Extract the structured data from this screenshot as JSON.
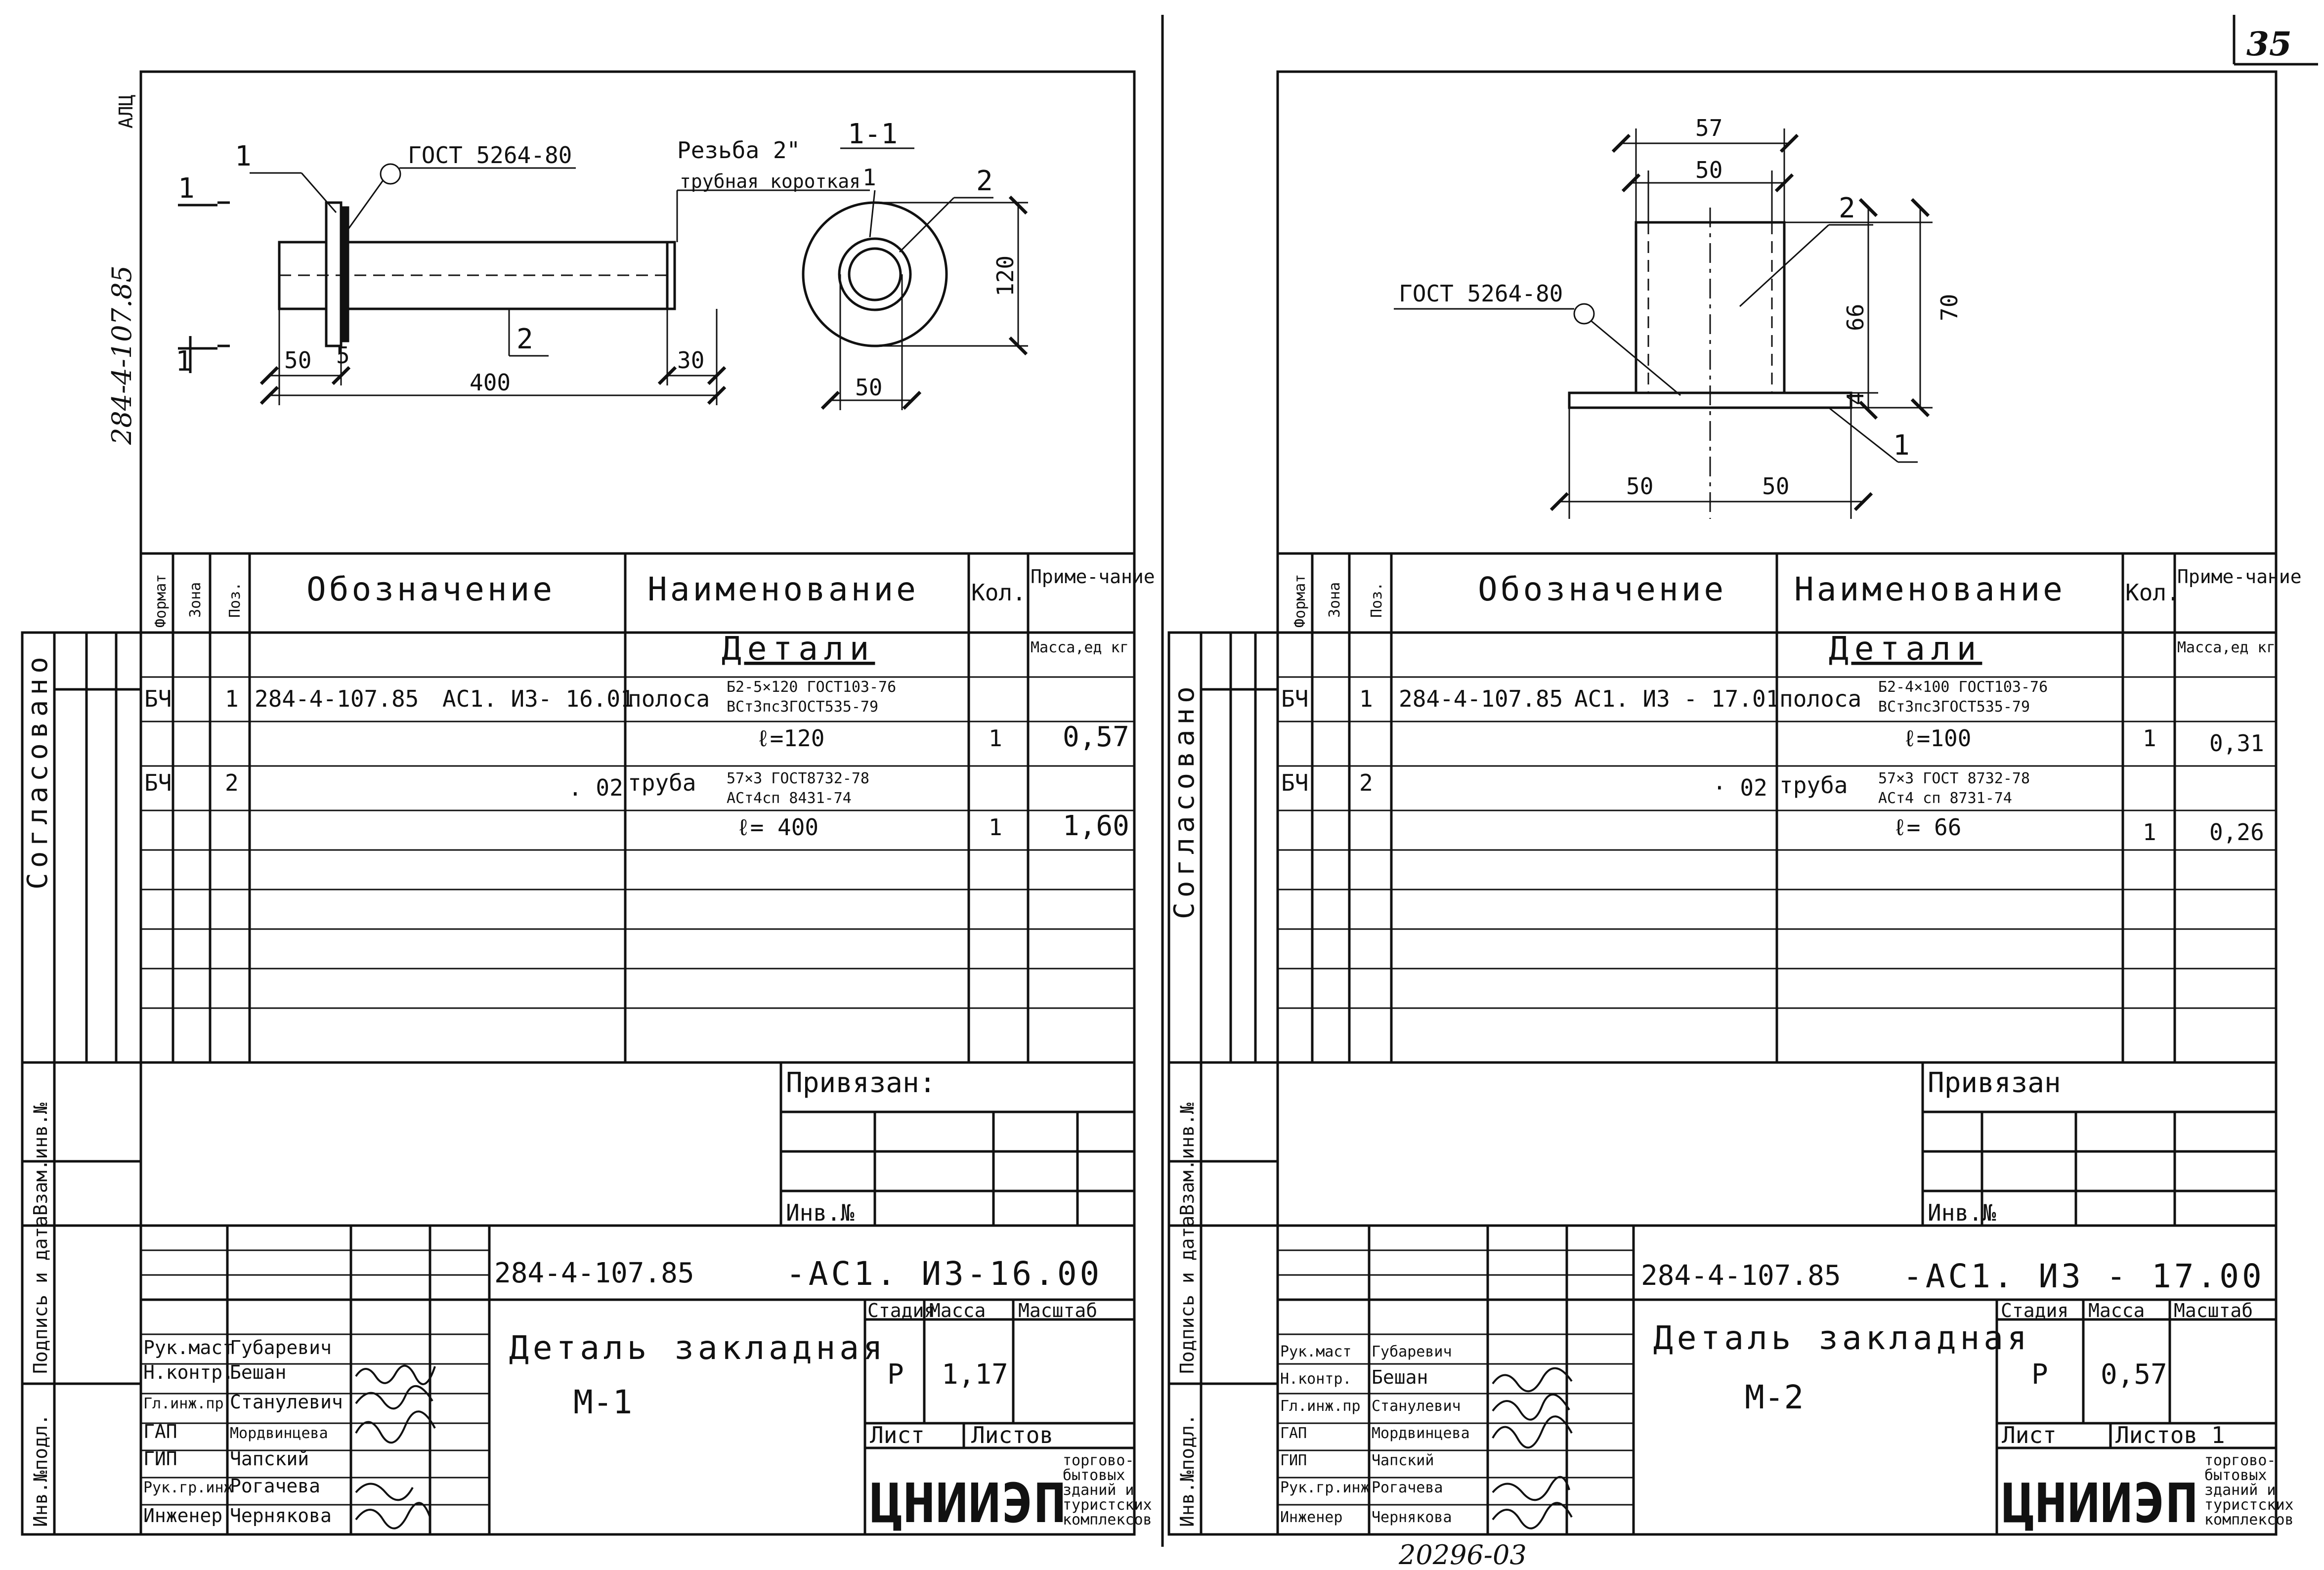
{
  "page_number": "35",
  "archive_number": "20296-03",
  "left_sheet": {
    "side_code": "284-4-107.85",
    "side_code_top": "АЛЦ",
    "drawing": {
      "gost_weld": "ГОСТ 5264-80",
      "thread_label": "Резьба 2\"",
      "thread_label2": "трубная короткая",
      "section_label": "1-1",
      "section_mark": "1",
      "pos1": "1",
      "pos2": "2",
      "pos2_side": "2",
      "pos1_side": "1",
      "dim_50": "50",
      "dim_5": "5",
      "dim_400": "400",
      "dim_30": "30",
      "dim_120": "120",
      "dim_50b": "50"
    },
    "spec": {
      "headers": {
        "format": "Формат",
        "zone": "Зона",
        "pos": "Поз.",
        "designation": "Обозначение",
        "name": "Наименование",
        "qty": "Кол.",
        "note": "Приме-чание"
      },
      "section_title": "Детали",
      "mass_header": "Масса,ед кг",
      "rows": [
        {
          "format": "БЧ",
          "pos": "1",
          "code": "284-4-107.85",
          "mark": "АС1. И3- 16.01",
          "name": "полоса",
          "spec_top": "Б2-5×120 ГОСТ103-76",
          "spec_bot": "ВСт3пс3ГОСТ535-79",
          "length": "ℓ=120",
          "qty": "1",
          "mass": "0,57"
        },
        {
          "format": "БЧ",
          "pos": "2",
          "mark": ". 02",
          "name": "труба",
          "spec_top": "57×3 ГОСТ8732-78",
          "spec_bot": "АСт4сп 8431-74",
          "length": "ℓ= 400",
          "qty": "1",
          "mass": "1,60"
        }
      ]
    },
    "side_block": {
      "agreed": "Согласовано",
      "inv_podl": "Инв.№подл.",
      "sign_date": "Подпись и дата",
      "vzam_inv": "Взам.инв.№"
    },
    "title_block": {
      "privyazan": "Привязан:",
      "inv_no": "Инв.№",
      "doc_code": "284-4-107.85",
      "doc_mark": "-АС1. И3-16.00",
      "title": "Деталь закладная",
      "subtitle": "М-1",
      "stage_h": "Стадия",
      "mass_h": "Масса",
      "scale_h": "Масштаб",
      "stage": "Р",
      "mass": "1,17",
      "sheet_h": "Лист",
      "sheets_h": "Листов",
      "org": "ЦНИИЭП",
      "org_desc": [
        "торгово-",
        "бытовых",
        "зданий и",
        "туристских",
        "комплексов"
      ],
      "people": [
        {
          "role": "Рук.маст",
          "name": "Губаревич"
        },
        {
          "role": "Н.контр.",
          "name": "Бешан"
        },
        {
          "role": "Гл.инж.пр",
          "name": "Станулевич"
        },
        {
          "role": "ГАП",
          "name": "Мордвинцева"
        },
        {
          "role": "ГИП",
          "name": "Чапский"
        },
        {
          "role": "Рук.гр.инж",
          "name": "Рогачева"
        },
        {
          "role": "Инженер",
          "name": "Чернякова"
        }
      ]
    }
  },
  "right_sheet": {
    "drawing": {
      "dim_57": "57",
      "dim_50": "50",
      "pos2": "2",
      "gost_weld": "ГОСТ 5264-80",
      "dim_66": "66",
      "dim_70": "70",
      "dim_4": "4",
      "pos1": "1",
      "dim_50l": "50",
      "dim_50r": "50"
    },
    "spec": {
      "headers": {
        "format": "Формат",
        "zone": "Зона",
        "pos": "Поз.",
        "designation": "Обозначение",
        "name": "Наименование",
        "qty": "Кол.",
        "note": "Приме-чание"
      },
      "section_title": "Детали",
      "mass_header": "Масса,ед кг",
      "rows": [
        {
          "format": "БЧ",
          "pos": "1",
          "code": "284-4-107.85",
          "mark": "АС1. И3 - 17.01",
          "name": "полоса",
          "spec_top": "Б2-4×100 ГОСТ103-76",
          "spec_bot": "ВСт3пс3ГОСТ535-79",
          "length": "ℓ=100",
          "qty": "1",
          "mass": "0,31"
        },
        {
          "format": "БЧ",
          "pos": "2",
          "mark": "· 02",
          "name": "труба",
          "spec_top": "57×3 ГОСТ 8732-78",
          "spec_bot": "АСт4 сп 8731-74",
          "length": "ℓ= 66",
          "qty": "1",
          "mass": "0,26"
        }
      ]
    },
    "side_block": {
      "agreed": "Согласовано",
      "inv_podl": "Инв.№подл.",
      "sign_date": "Подпись и дата",
      "vzam_inv": "Взам.инв.№"
    },
    "title_block": {
      "privyazan": "Привязан",
      "inv_no": "Инв.№",
      "doc_code": "284-4-107.85",
      "doc_mark": "-АС1. И3 - 17.00",
      "title": "Деталь закладная",
      "subtitle": "М-2",
      "stage_h": "Стадия",
      "mass_h": "Масса",
      "scale_h": "Масштаб",
      "stage": "Р",
      "mass": "0,57",
      "sheet_h": "Лист",
      "sheets_h": "Листов 1",
      "org": "ЦНИИЭП",
      "org_desc": [
        "торгово-",
        "бытовых",
        "зданий и",
        "туристских",
        "комплексов"
      ],
      "people": [
        {
          "role": "Рук.маст",
          "name": "Губаревич"
        },
        {
          "role": "Н.контр.",
          "name": "Бешан"
        },
        {
          "role": "Гл.инж.пр",
          "name": "Станулевич"
        },
        {
          "role": "ГАП",
          "name": "Мордвинцева"
        },
        {
          "role": "ГИП",
          "name": "Чапский"
        },
        {
          "role": "Рук.гр.инж",
          "name": "Рогачева"
        },
        {
          "role": "Инженер",
          "name": "Чернякова"
        }
      ]
    }
  }
}
